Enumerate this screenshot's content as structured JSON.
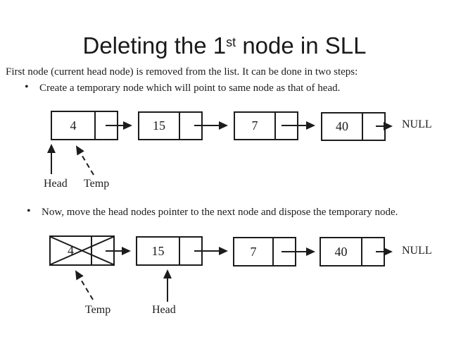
{
  "colors": {
    "background": "#ffffff",
    "ink": "#1c1c1c"
  },
  "slide": {
    "title": {
      "prefix": "Deleting the 1",
      "superscript": "st",
      "suffix": " node in SLL"
    },
    "intro": "First node (current head node) is removed from the list. It can be done in two steps:",
    "bullets": [
      "Create a temporary node which will point to same node as that of head.",
      "Now, move the head nodes pointer to the next node and dispose the temporary node."
    ]
  },
  "diagram1": {
    "nodes": [
      "4",
      "15",
      "7",
      "40"
    ],
    "null_label": "NULL",
    "head_label": "Head",
    "temp_label": "Temp"
  },
  "diagram2": {
    "nodes": [
      "4",
      "15",
      "7",
      "40"
    ],
    "null_label": "NULL",
    "head_label": "Head",
    "temp_label": "Temp"
  }
}
